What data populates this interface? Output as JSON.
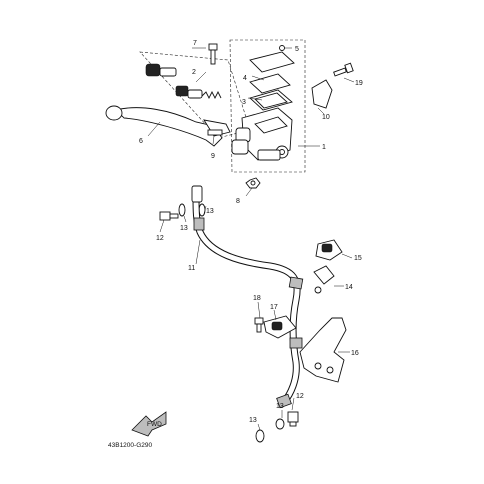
{
  "diagram": {
    "callouts": {
      "c1": "1",
      "c2": "2",
      "c3": "3",
      "c4": "4",
      "c5": "5",
      "c6": "6",
      "c7": "7",
      "c8": "8",
      "c9": "9",
      "c10": "10",
      "c11": "11",
      "c12a": "12",
      "c12b": "12",
      "c13a": "13",
      "c13b": "13",
      "c13c": "13",
      "c13d": "13",
      "c14": "14",
      "c15": "15",
      "c16": "16",
      "c17": "17",
      "c18": "18",
      "c19": "19"
    },
    "fwd_label": "FWD",
    "reference_code": "43B1200-G290"
  }
}
